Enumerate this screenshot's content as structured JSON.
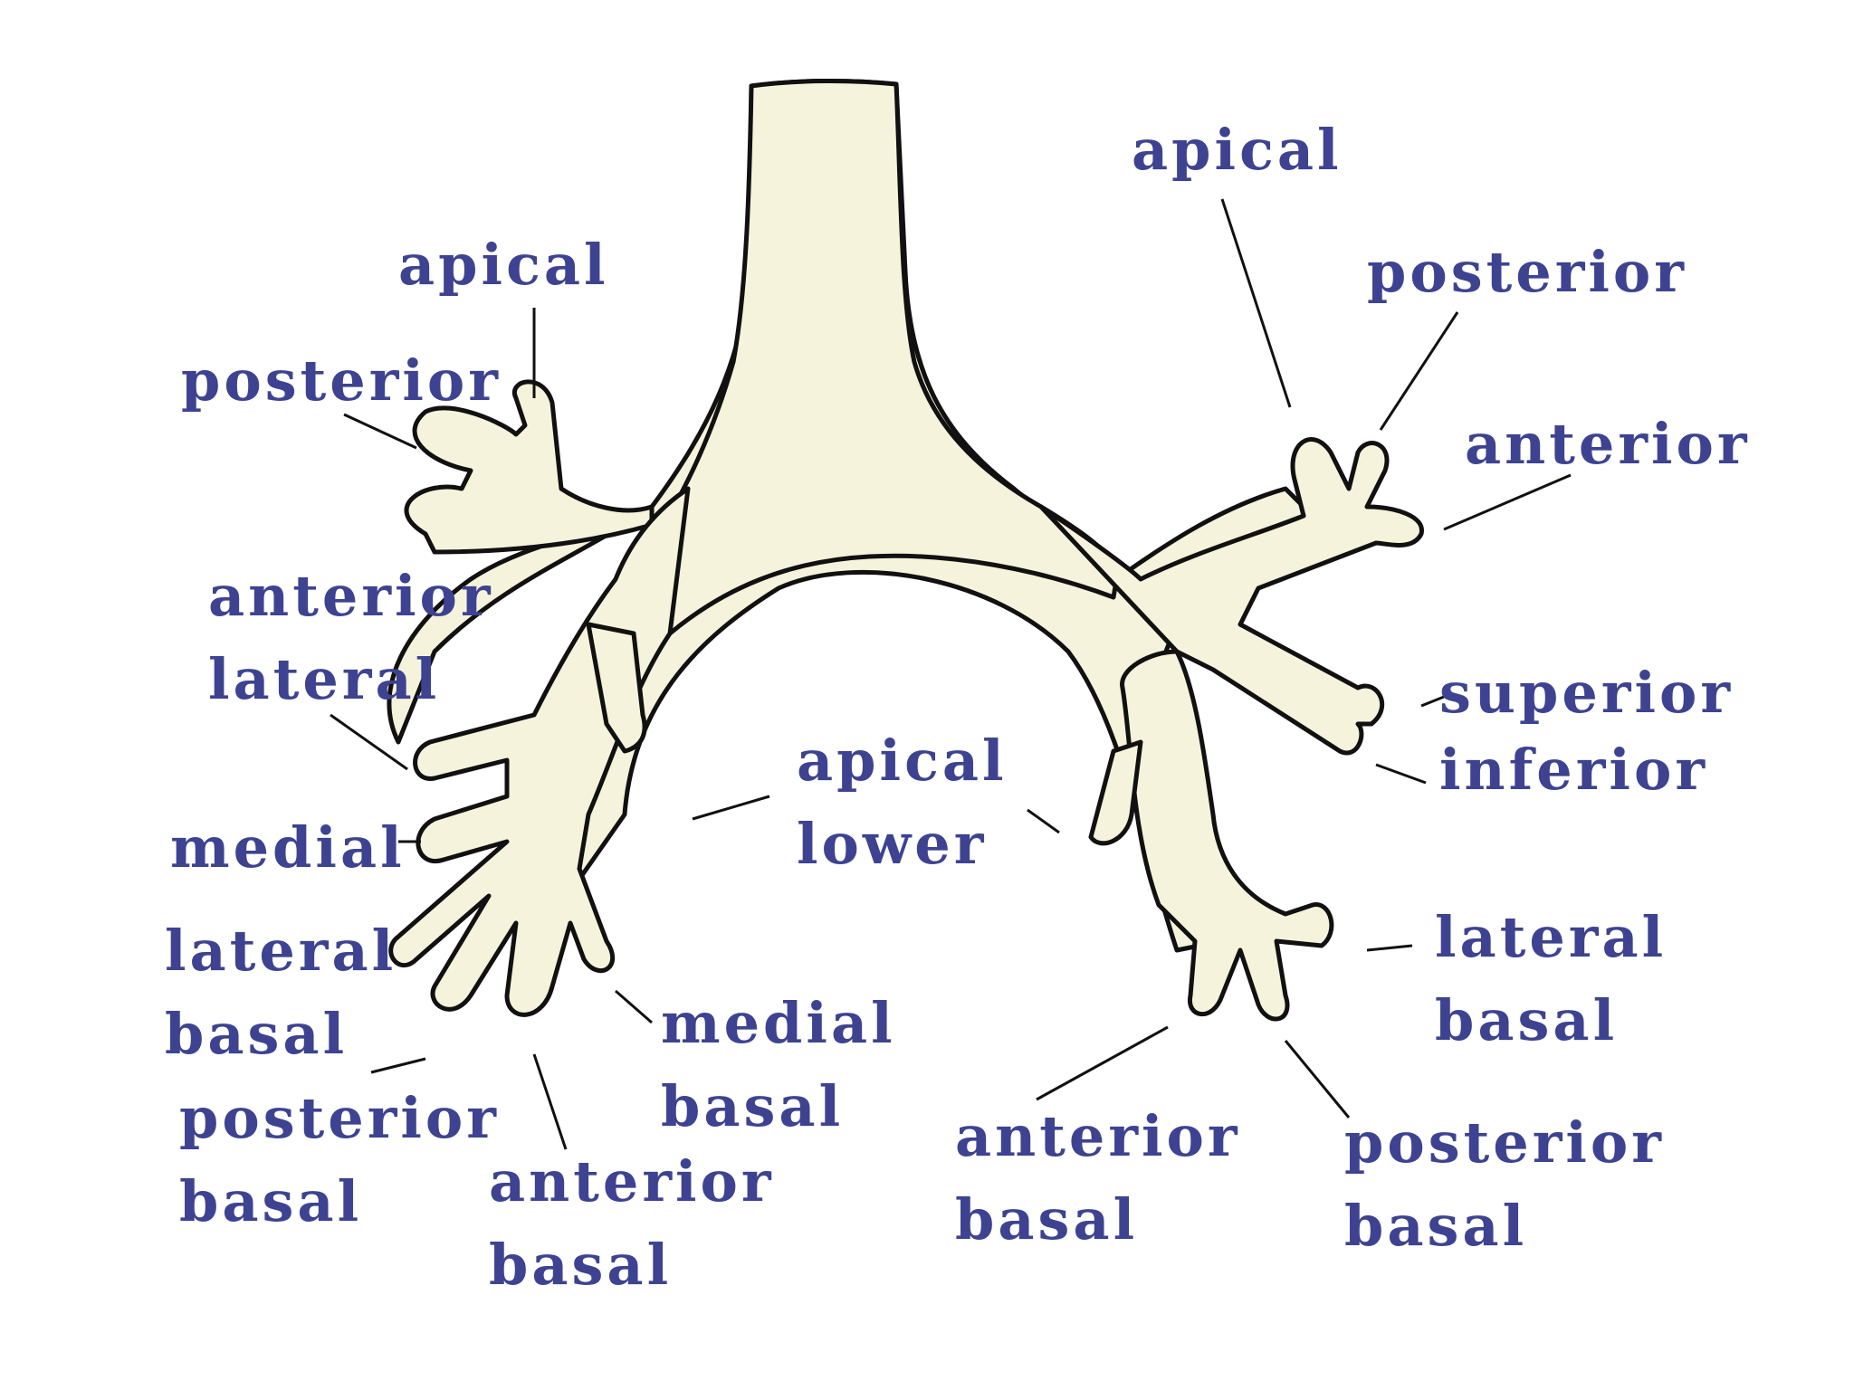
{
  "colors": {
    "airway_fill": "#f6f3dc",
    "outline": "#111111",
    "label": "#3d4390",
    "background": "#ffffff"
  },
  "labels": {
    "right_apical": "apical",
    "right_posterior": "posterior",
    "right_anterior": "anterior",
    "right_lateral": "lateral",
    "right_medial": "medial",
    "right_lateral_basal": [
      "lateral",
      "basal"
    ],
    "right_posterior_basal": [
      "posterior",
      "basal"
    ],
    "right_anterior_basal": [
      "anterior",
      "basal"
    ],
    "right_medial_basal": [
      "medial",
      "basal"
    ],
    "apical_lower": [
      "apical",
      "lower"
    ],
    "left_apical": "apical",
    "left_posterior": "posterior",
    "left_anterior": "anterior",
    "left_superior": "superior",
    "left_inferior": "inferior",
    "left_lateral_basal": [
      "lateral",
      "basal"
    ],
    "left_anterior_basal": [
      "anterior",
      "basal"
    ],
    "left_posterior_basal": [
      "posterior",
      "basal"
    ]
  }
}
